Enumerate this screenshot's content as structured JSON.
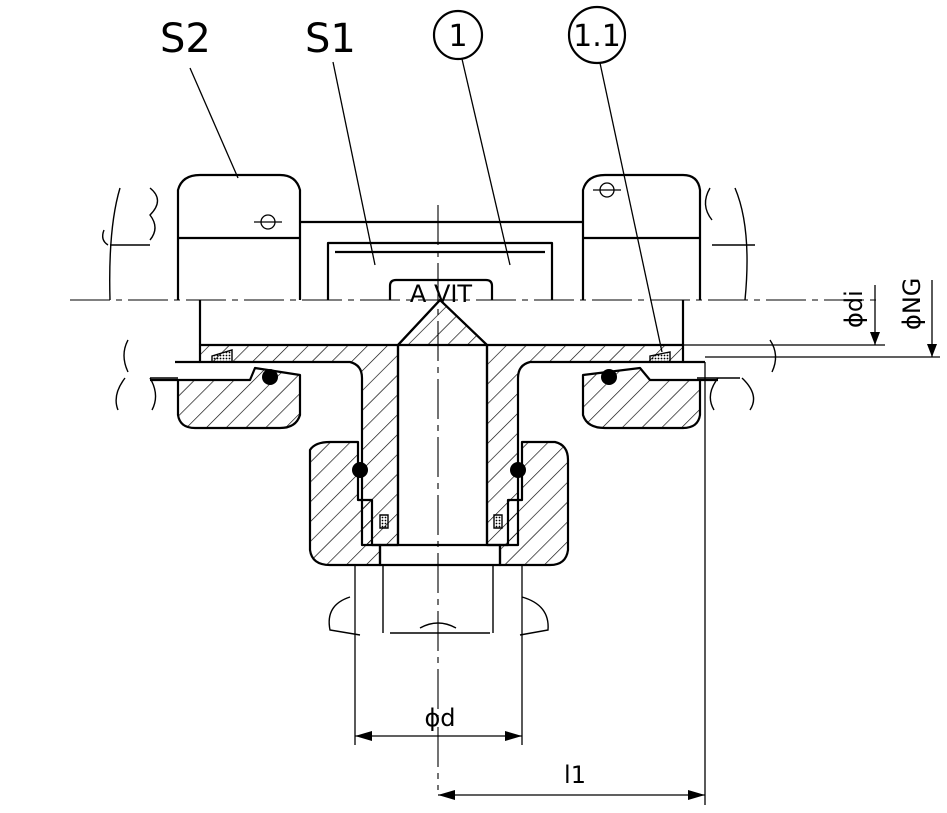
{
  "labels": {
    "s2": "S2",
    "s1": "S1",
    "part1": "1",
    "part1_1": "1.1",
    "stamp": "A VIT",
    "dia_di": "ϕdi",
    "dia_ng": "ϕNG",
    "dia_d": "ϕd",
    "len_l1": "l1"
  }
}
